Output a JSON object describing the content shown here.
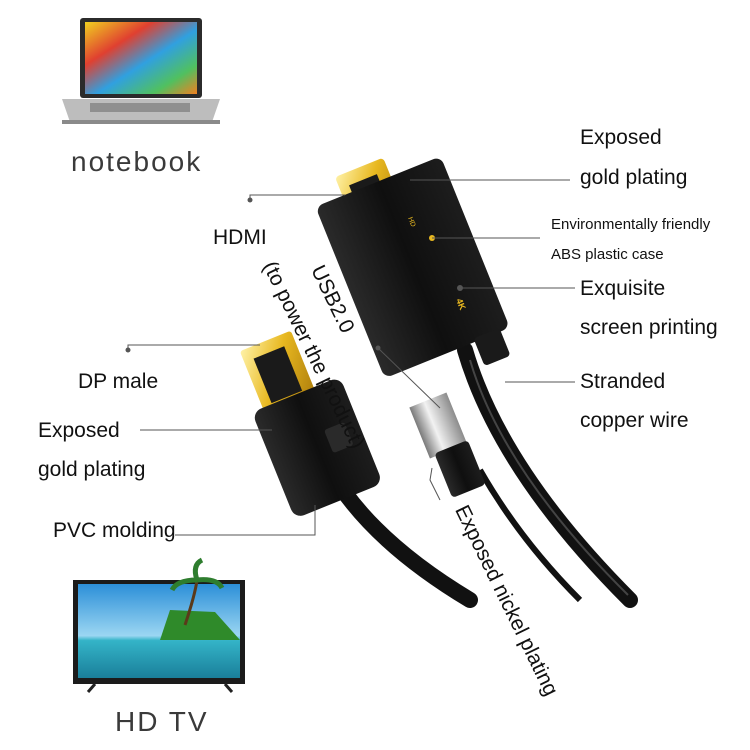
{
  "devices": {
    "notebook": "notebook",
    "hdtv": "HD TV"
  },
  "connectors": {
    "hdmi_print": "HD",
    "badge": "4K"
  },
  "labels": {
    "hdmi_exposed_line1": "Exposed",
    "hdmi_exposed_line2": "gold plating",
    "abs_line1": "Environmentally friendly",
    "abs_line2": "ABS plastic case",
    "printing_line1": "Exquisite",
    "printing_line2": "screen printing",
    "copper_line1": "Stranded",
    "copper_line2": "copper wire",
    "hdmi": "HDMI",
    "usb_line1": "USB2.0",
    "usb_line2": "(to power the product)",
    "dp_male": "DP male",
    "dp_exposed_line1": "Exposed",
    "dp_exposed_line2": "gold plating",
    "pvc": "PVC molding",
    "nickel": "Exposed nickel plating"
  },
  "colors": {
    "gold": "#e8b820",
    "cable": "#111111",
    "leader": "#555555"
  }
}
